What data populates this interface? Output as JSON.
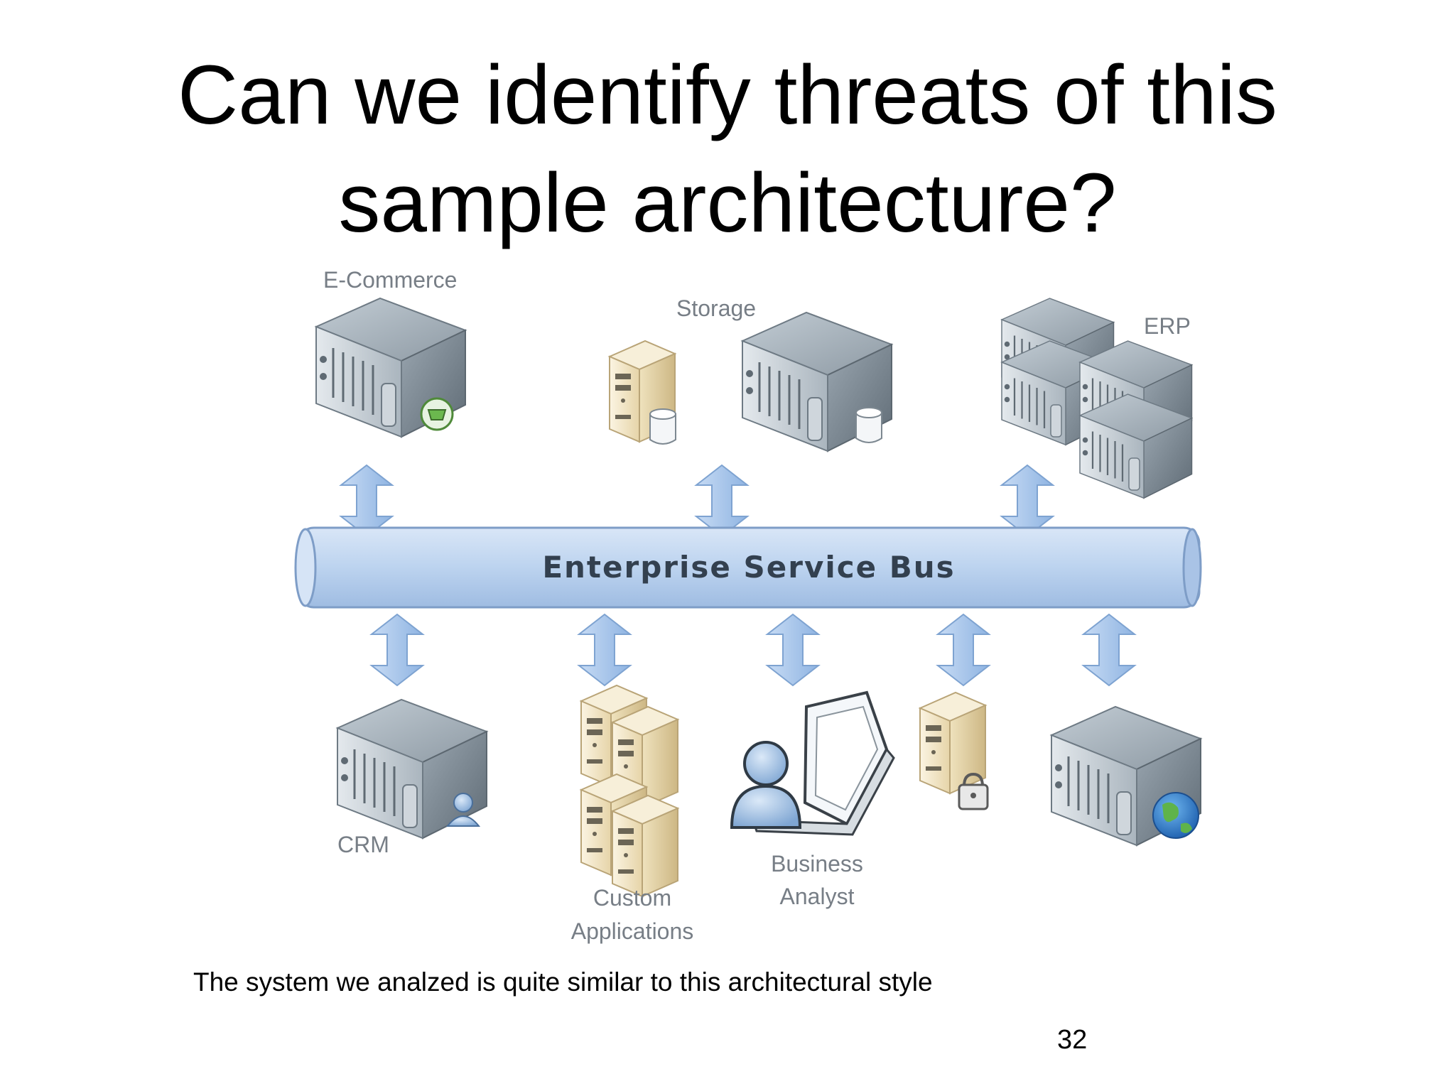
{
  "slide": {
    "title_line1": "Can we identify threats of this",
    "title_line2": "sample architecture?",
    "caption": "The system we analzed is quite similar to this architectural style",
    "page_number": "32"
  },
  "diagram": {
    "bus_label": "Enterprise Service Bus",
    "top_nodes": [
      {
        "label": "E-Commerce",
        "icon": "rack-server-with-shopping-icon"
      },
      {
        "label": "Storage",
        "icon": "tower-server-and-rack-server-with-database-icon"
      },
      {
        "label": "ERP",
        "icon": "stacked-rack-servers-icon"
      }
    ],
    "bottom_nodes": [
      {
        "label": "CRM",
        "icon": "rack-server-with-user-icon"
      },
      {
        "label_line1": "Custom",
        "label_line2": "Applications",
        "icon": "stacked-tower-servers-icon"
      },
      {
        "label_line1": "Business",
        "label_line2": "Analyst",
        "icon": "user-with-laptop-icon"
      },
      {
        "label": "",
        "icon": "tower-server-with-lock-icon"
      },
      {
        "label": "",
        "icon": "rack-server-with-globe-icon"
      }
    ],
    "colors": {
      "bus_fill": "#bcd3ef",
      "arrow_fill": "#a9c8ec",
      "server_gray": "#8e9aa4",
      "tower_beige": "#f3e7c7"
    }
  }
}
